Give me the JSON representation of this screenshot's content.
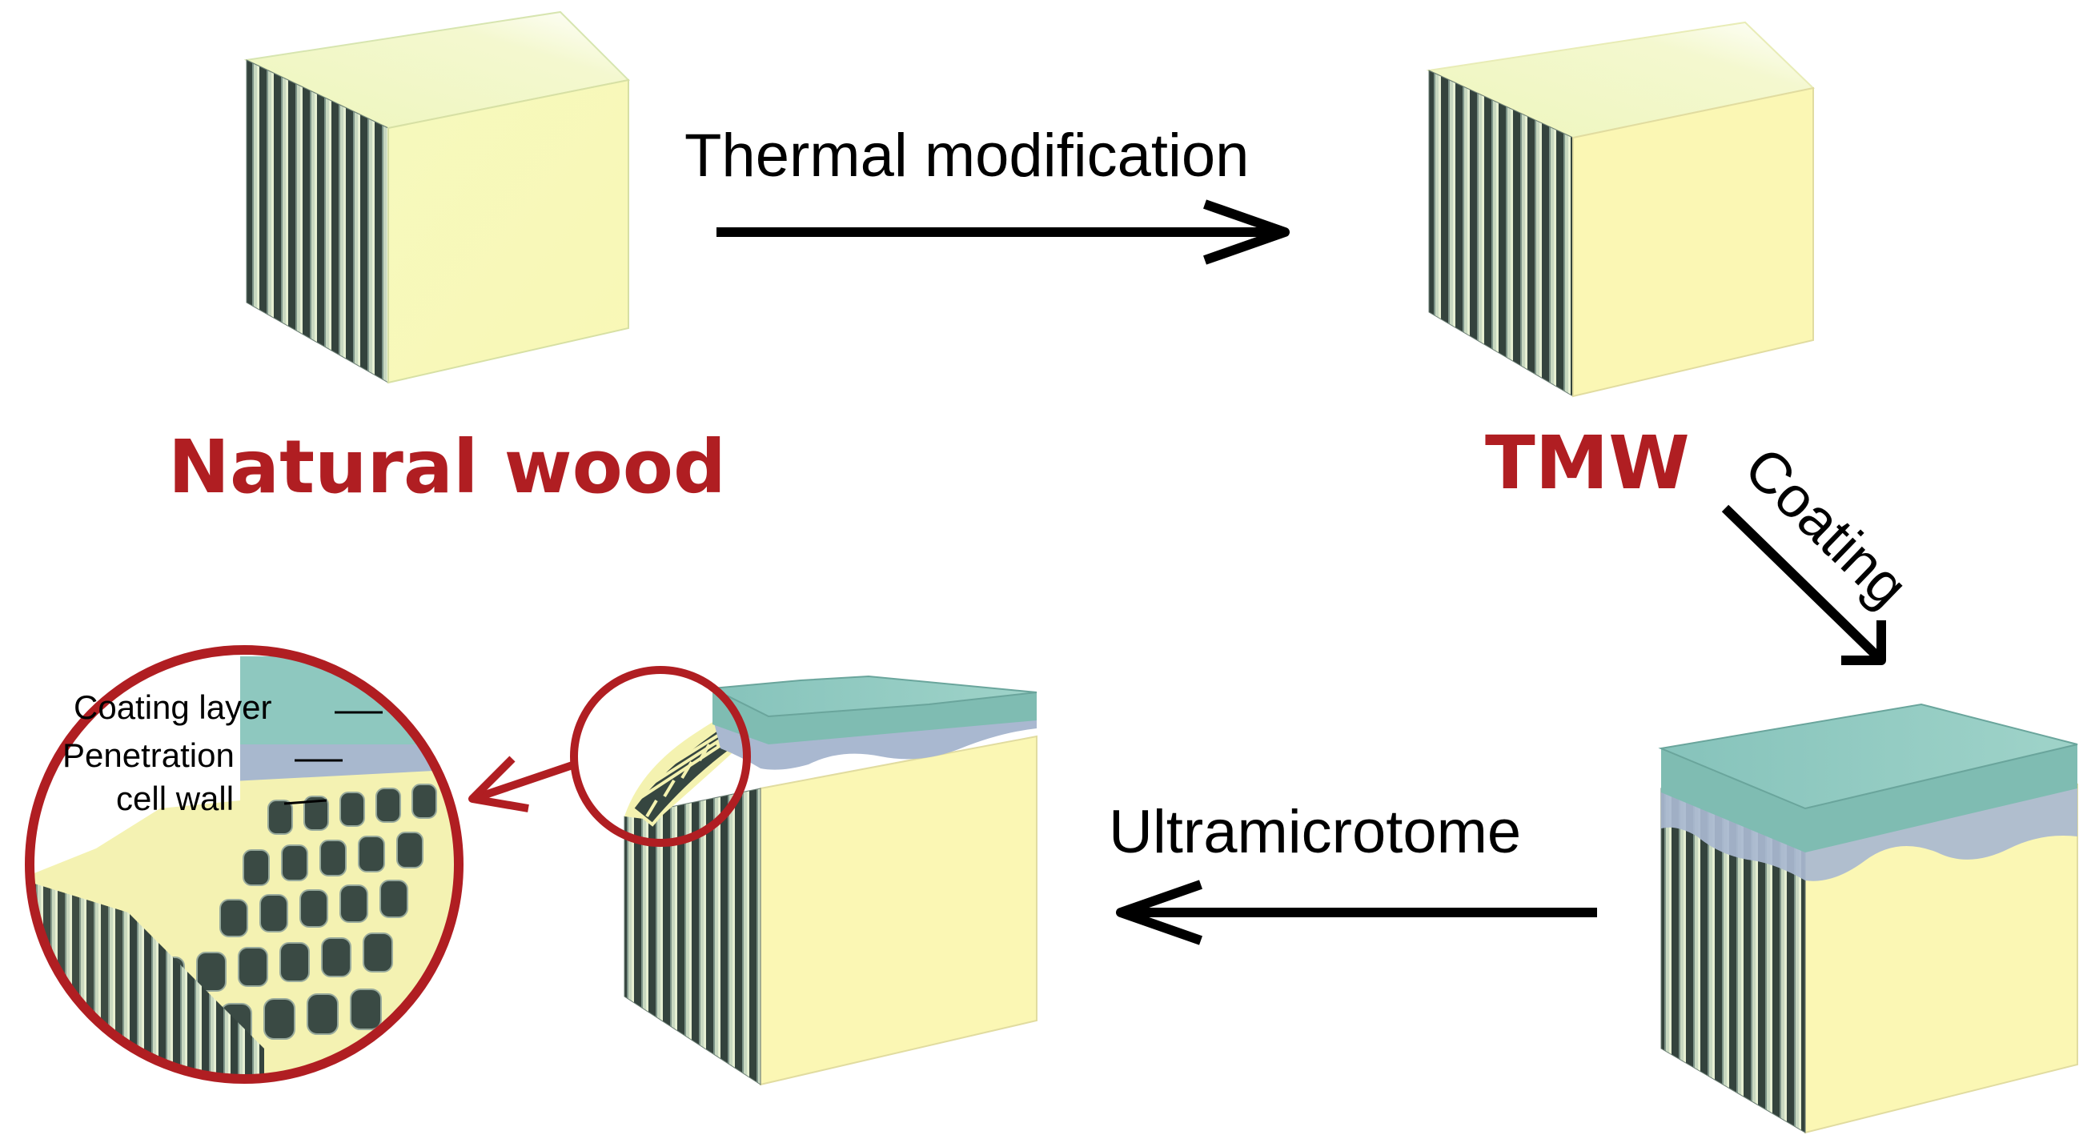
{
  "labels": {
    "natural_wood": "Natural wood",
    "tmw": "TMW",
    "thermal_modification": "Thermal modification",
    "coating": "Coating",
    "ultramicrotome": "Ultramicrotome",
    "coating_layer": "Coating layer",
    "penetration": "Penetration",
    "cell_wall": "cell wall"
  },
  "colors": {
    "label_red": "#b01e22",
    "wood_face": "#f8f9b8",
    "coating_top": "#8cc8bf",
    "penetration_band": "#a7b6cc",
    "fiber_dark": "#3c4a44",
    "fiber_light": "#c6d7c0",
    "arrow": "#000000"
  }
}
